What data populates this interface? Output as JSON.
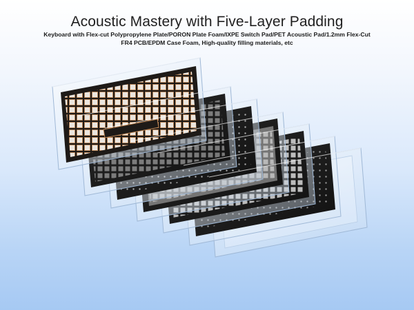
{
  "header": {
    "title": "Acoustic Mastery with Five-Layer Padding",
    "subtitle_line1": "Keyboard with Flex-cut Polypropylene Plate/PORON Plate Foam/IXPE Switch Pad/PET Acoustic Pad/1.2mm Flex-Cut",
    "subtitle_line2": "FR4 PCB/EPDM Case Foam, High-quality filling materials, etc"
  },
  "colors": {
    "background_top": "#ffffff",
    "background_bottom": "#a6c9f3",
    "glass": "#dfeaf6",
    "plate_dark": "#1a1a1a",
    "plate_copper": "#b07a4f"
  },
  "illustration": {
    "kind": "exploded-keyboard-layers",
    "layer_count": 7
  }
}
